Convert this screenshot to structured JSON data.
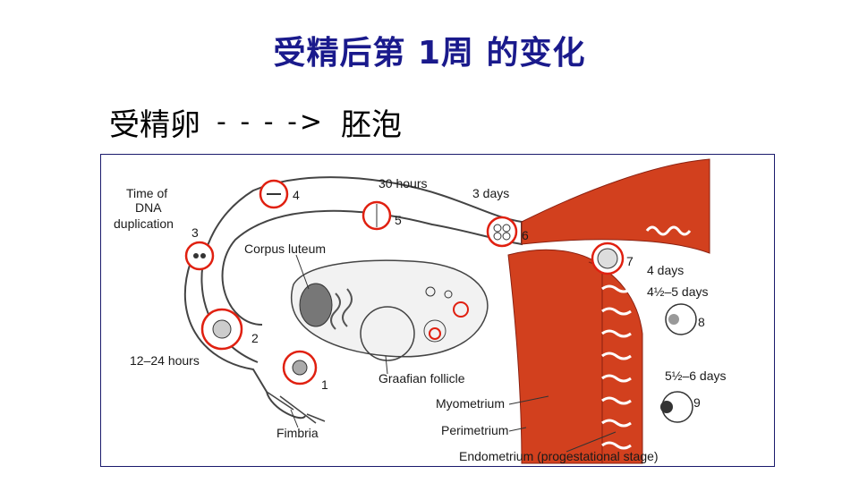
{
  "slide": {
    "title": "受精后第 1周 的变化",
    "subtitle_from": "受精卵",
    "subtitle_arrow": "- - - ->",
    "subtitle_to": "胚泡"
  },
  "diagram": {
    "labels": {
      "time_dna": "Time of",
      "time_dna2": "DNA",
      "time_dna3": "duplication",
      "h30": "30 hours",
      "d3": "3 days",
      "corpus": "Corpus luteum",
      "d4": "4 days",
      "d45": "4½–5 days",
      "h1224": "12–24 hours",
      "graafian": "Graafian follicle",
      "d56": "5½–6 days",
      "myometrium": "Myometrium",
      "perimetrium": "Perimetrium",
      "fimbria": "Fimbria",
      "endometrium": "Endometrium (progestational stage)"
    },
    "stages": [
      "1",
      "2",
      "3",
      "4",
      "5",
      "6",
      "7",
      "8",
      "9"
    ],
    "colors": {
      "uterus": "#d2401e",
      "highlight": "#e02010",
      "line": "#333333"
    }
  }
}
